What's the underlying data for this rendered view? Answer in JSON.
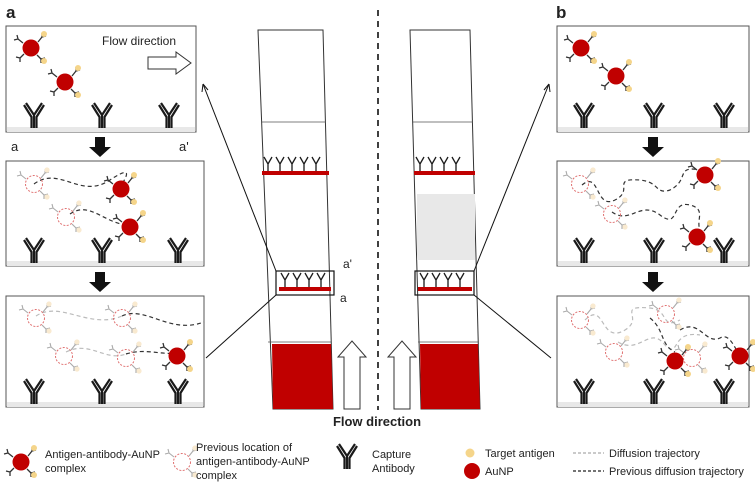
{
  "panel_a": {
    "label": "a",
    "flow_direction_label": "Flow direction",
    "section_start": "a",
    "section_end": "a'"
  },
  "panel_b": {
    "label": "b"
  },
  "strip": {
    "label_a_prime": "a'",
    "label_a": "a",
    "flow_direction_label": "Flow direction"
  },
  "legend": {
    "complex_line1": "Antigen-antibody-AuNP",
    "complex_line2": "complex",
    "previous_line1": "Previous location of",
    "previous_line2": "antigen-antibody-AuNP",
    "previous_line3": "complex",
    "capture_line1": "Capture",
    "capture_line2": "Antibody",
    "target_antigen": "Target antigen",
    "aunp": "AuNP",
    "diffusion": "Diffusion trajectory",
    "previous_diffusion": "Previous diffusion trajectory"
  },
  "colors": {
    "aunp_red": "#c00000",
    "antigen_yellow": "#f5d58a",
    "previous_pink": "#e07070",
    "membrane_gray": "#e8e8e8",
    "antibody_black": "#1a1a1a"
  }
}
